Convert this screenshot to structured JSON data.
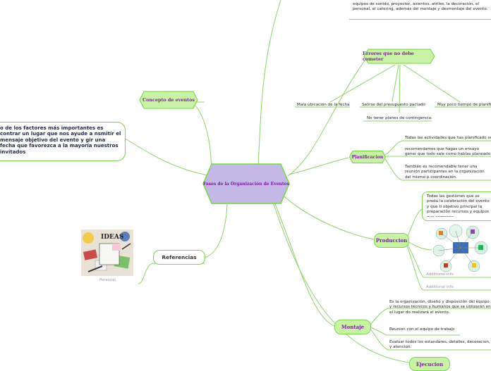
{
  "central": {
    "label": "Fases de la Organización de Eventos"
  },
  "concepto": {
    "label": "Concepto de eventos"
  },
  "concepto_text": "o de los factores más importantes es contrar un lugar que nos ayude a nsmitir el mensaje objetivo del evento y gir una fecha que favorezca a la mayoría nuestros invitados",
  "referencias": {
    "label": "Referencias",
    "image_caption": "Personal",
    "image_word": "IDEAS"
  },
  "top_note": "equipos de sonido, proyector, asientos, atriles, la decoración, el personal, el catering, además del montaje y desmontaje del evento.",
  "errores": {
    "label": "Errores que no debe cometer",
    "items": [
      "Mala ubicacion de la fecha",
      "Salirse del presupuesto pactado",
      "No tener planes de contingencia.",
      "Muy poco tiempo de planific"
    ]
  },
  "planificacion": {
    "label": "Planificacion",
    "items": [
      "Todas las actividades que has planificado se",
      "recomendamos que hagas un ensayo gener que todo sale como habías planeado",
      "También es recomendable tener una reunión participantes en la organización del mismo p coordinación."
    ]
  },
  "produccion": {
    "label": "Produccion",
    "text": "Todas las gestiones que se produ la celebración del evento y que ti objetivo principal la preparación recursos y equipos que compone",
    "additional": [
      "Additional info",
      "Additional info"
    ]
  },
  "montaje": {
    "label": "Montaje",
    "items": [
      "Es la organización, diseño y disposición del equipo y recursos técnicos y humanos que se utilizarán en el lugar do realizará el evento.",
      "Reunion con el equipo de trabajo",
      "Evaluar todos los estandares, detalles, decoracion, y atencion."
    ]
  },
  "ejecucion": {
    "label": "Ejecucion"
  },
  "colors": {
    "hex_fill": "#c4b9e6",
    "hex_stroke": "#6fdc3c",
    "branch_fill": "#caf2a6",
    "branch_stroke": "#6fd43a",
    "link": "#8cd46a",
    "text_purple": "#7a1f9c"
  }
}
